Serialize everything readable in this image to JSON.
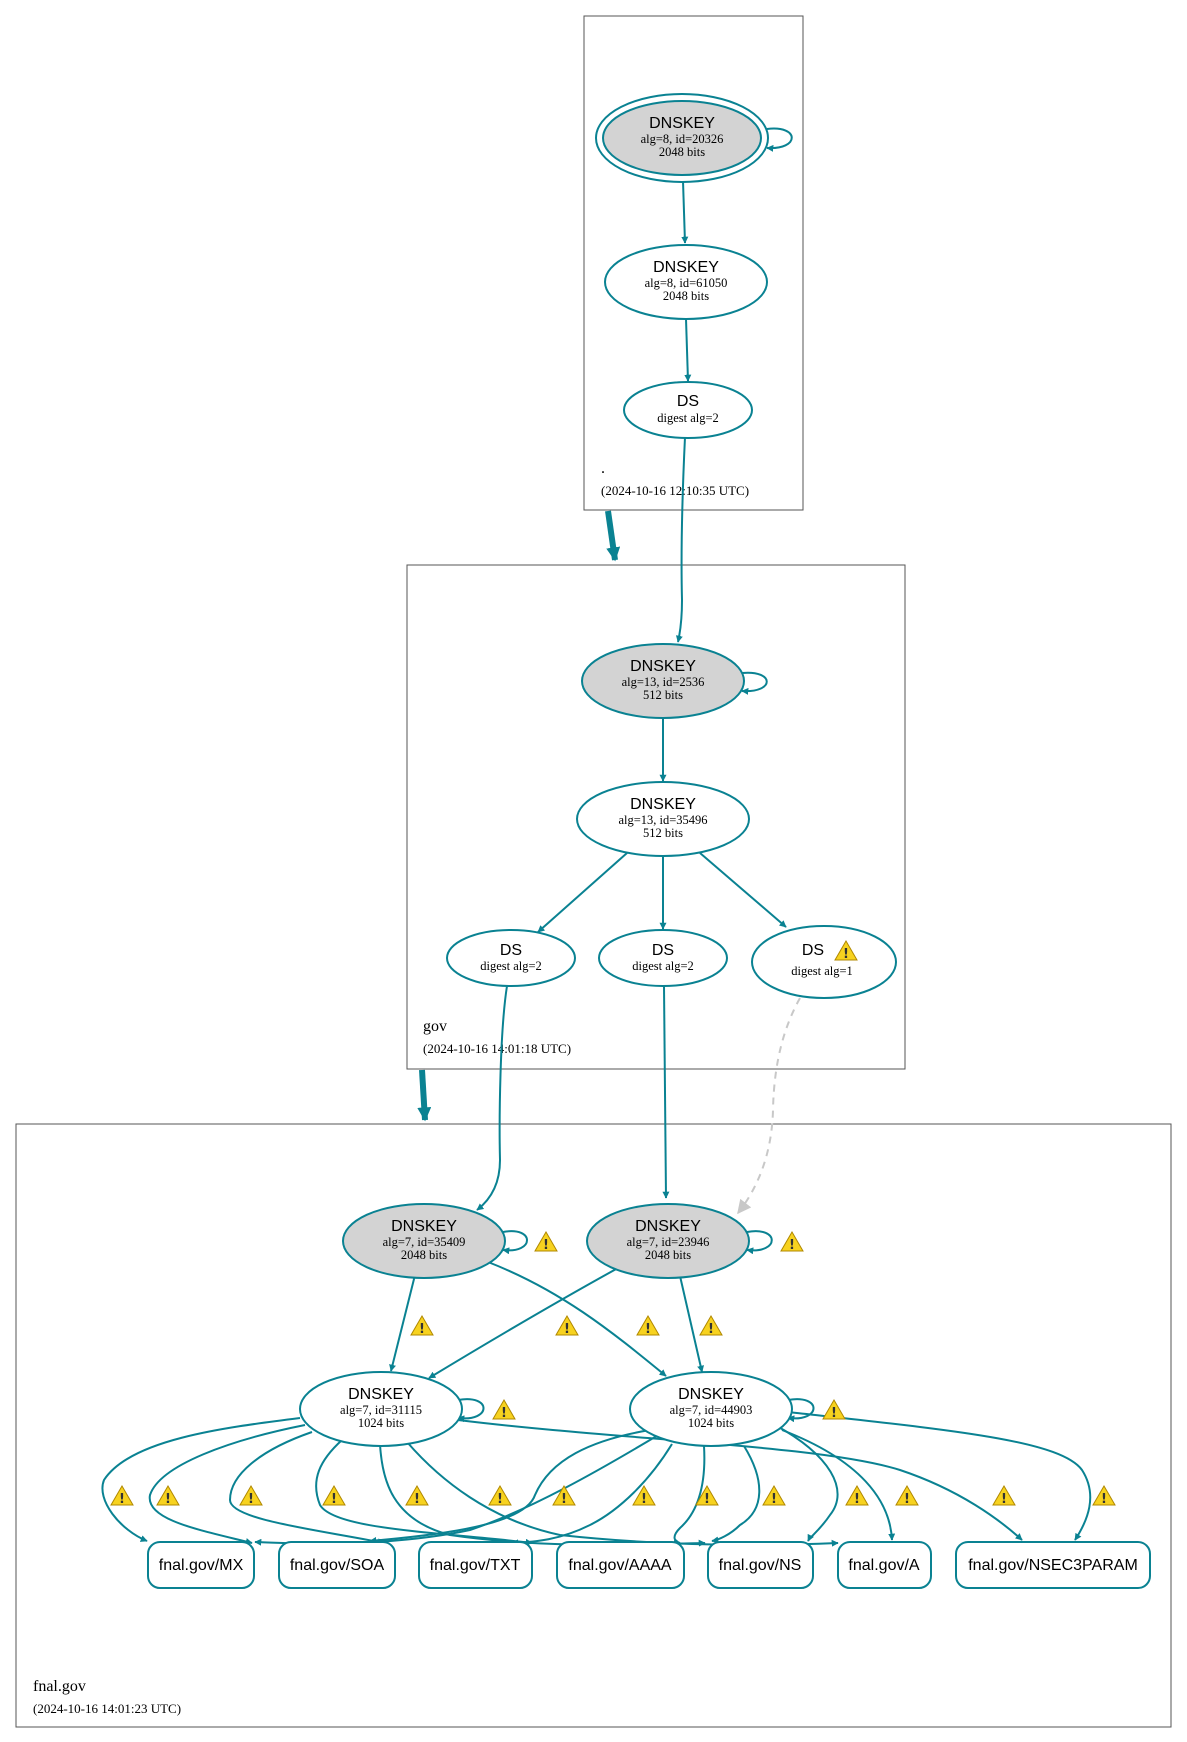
{
  "zones": [
    {
      "id": "root",
      "name": ".",
      "timestamp": "(2024-10-16 12:10:35 UTC)"
    },
    {
      "id": "gov",
      "name": "gov",
      "timestamp": "(2024-10-16 14:01:18 UTC)"
    },
    {
      "id": "fnal",
      "name": "fnal.gov",
      "timestamp": "(2024-10-16 14:01:23 UTC)"
    }
  ],
  "nodes": [
    {
      "id": "root_ksk",
      "zone": "root",
      "type": "DNSKEY",
      "details": [
        "alg=8, id=20326",
        "2048 bits"
      ],
      "trust_anchor": true,
      "sep": true,
      "self_signed": true
    },
    {
      "id": "root_zsk",
      "zone": "root",
      "type": "DNSKEY",
      "details": [
        "alg=8, id=61050",
        "2048 bits"
      ]
    },
    {
      "id": "root_ds",
      "zone": "root",
      "type": "DS",
      "details": [
        "digest alg=2"
      ]
    },
    {
      "id": "gov_ksk",
      "zone": "gov",
      "type": "DNSKEY",
      "details": [
        "alg=13, id=2536",
        "512 bits"
      ],
      "sep": true,
      "self_signed": true
    },
    {
      "id": "gov_zsk",
      "zone": "gov",
      "type": "DNSKEY",
      "details": [
        "alg=13, id=35496",
        "512 bits"
      ]
    },
    {
      "id": "gov_ds1",
      "zone": "gov",
      "type": "DS",
      "details": [
        "digest alg=2"
      ]
    },
    {
      "id": "gov_ds2",
      "zone": "gov",
      "type": "DS",
      "details": [
        "digest alg=2"
      ]
    },
    {
      "id": "gov_ds3",
      "zone": "gov",
      "type": "DS",
      "details": [
        "digest alg=1"
      ],
      "warning": true
    },
    {
      "id": "fnal_ksk1",
      "zone": "fnal",
      "type": "DNSKEY",
      "details": [
        "alg=7, id=35409",
        "2048 bits"
      ],
      "sep": true,
      "self_signed": true,
      "warning": true
    },
    {
      "id": "fnal_ksk2",
      "zone": "fnal",
      "type": "DNSKEY",
      "details": [
        "alg=7, id=23946",
        "2048 bits"
      ],
      "sep": true,
      "self_signed": true,
      "warning": true
    },
    {
      "id": "fnal_zsk1",
      "zone": "fnal",
      "type": "DNSKEY",
      "details": [
        "alg=7, id=31115",
        "1024 bits"
      ],
      "self_signed": true,
      "warning": true
    },
    {
      "id": "fnal_zsk2",
      "zone": "fnal",
      "type": "DNSKEY",
      "details": [
        "alg=7, id=44903",
        "1024 bits"
      ],
      "self_signed": true,
      "warning": true
    }
  ],
  "rrsets": [
    {
      "id": "rr_mx",
      "label": "fnal.gov/MX"
    },
    {
      "id": "rr_soa",
      "label": "fnal.gov/SOA"
    },
    {
      "id": "rr_txt",
      "label": "fnal.gov/TXT"
    },
    {
      "id": "rr_aaaa",
      "label": "fnal.gov/AAAA"
    },
    {
      "id": "rr_ns",
      "label": "fnal.gov/NS"
    },
    {
      "id": "rr_a",
      "label": "fnal.gov/A"
    },
    {
      "id": "rr_nsec3param",
      "label": "fnal.gov/NSEC3PARAM"
    }
  ],
  "edges": [
    {
      "from": "root_ksk",
      "to": "root_zsk",
      "style": "solid"
    },
    {
      "from": "root_zsk",
      "to": "root_ds",
      "style": "solid"
    },
    {
      "from": "root_ds",
      "to": "gov_ksk",
      "style": "solid"
    },
    {
      "from": "gov_ksk",
      "to": "gov_zsk",
      "style": "solid"
    },
    {
      "from": "gov_zsk",
      "to": "gov_ds1",
      "style": "solid"
    },
    {
      "from": "gov_zsk",
      "to": "gov_ds2",
      "style": "solid"
    },
    {
      "from": "gov_zsk",
      "to": "gov_ds3",
      "style": "solid"
    },
    {
      "from": "gov_ds1",
      "to": "fnal_ksk1",
      "style": "solid"
    },
    {
      "from": "gov_ds2",
      "to": "fnal_ksk2",
      "style": "solid"
    },
    {
      "from": "gov_ds3",
      "to": "fnal_ksk2",
      "style": "dashed"
    },
    {
      "from": "fnal_ksk1",
      "to": "fnal_zsk1",
      "style": "solid",
      "warning": true
    },
    {
      "from": "fnal_ksk1",
      "to": "fnal_zsk2",
      "style": "solid",
      "warning": true
    },
    {
      "from": "fnal_ksk2",
      "to": "fnal_zsk1",
      "style": "solid",
      "warning": true
    },
    {
      "from": "fnal_ksk2",
      "to": "fnal_zsk2",
      "style": "solid",
      "warning": true
    },
    {
      "from": "fnal_zsk1",
      "to": "rr_mx",
      "style": "solid",
      "warning": true
    },
    {
      "from": "fnal_zsk1",
      "to": "rr_soa",
      "style": "solid",
      "warning": true
    },
    {
      "from": "fnal_zsk1",
      "to": "rr_txt",
      "style": "solid",
      "warning": true
    },
    {
      "from": "fnal_zsk1",
      "to": "rr_aaaa",
      "style": "solid",
      "warning": true
    },
    {
      "from": "fnal_zsk1",
      "to": "rr_ns",
      "style": "solid",
      "warning": true
    },
    {
      "from": "fnal_zsk1",
      "to": "rr_a",
      "style": "solid",
      "warning": true
    },
    {
      "from": "fnal_zsk1",
      "to": "rr_nsec3param",
      "style": "solid",
      "warning": true
    },
    {
      "from": "fnal_zsk2",
      "to": "rr_mx",
      "style": "solid",
      "warning": true
    },
    {
      "from": "fnal_zsk2",
      "to": "rr_soa",
      "style": "solid",
      "warning": true
    },
    {
      "from": "fnal_zsk2",
      "to": "rr_txt",
      "style": "solid",
      "warning": true
    },
    {
      "from": "fnal_zsk2",
      "to": "rr_aaaa",
      "style": "solid",
      "warning": true
    },
    {
      "from": "fnal_zsk2",
      "to": "rr_ns",
      "style": "solid",
      "warning": true
    },
    {
      "from": "fnal_zsk2",
      "to": "rr_a",
      "style": "solid",
      "warning": true
    },
    {
      "from": "fnal_zsk2",
      "to": "rr_nsec3param",
      "style": "solid",
      "warning": true
    }
  ],
  "delegations": [
    {
      "from": "root",
      "to": "gov"
    },
    {
      "from": "gov",
      "to": "fnal"
    }
  ],
  "colors": {
    "edge": "#0a8292",
    "sep_fill": "#d3d3d3",
    "node_fill": "#ffffff",
    "dashed_edge": "#c8c8c8",
    "warning": "#f7d21f",
    "zone_border": "#555555"
  }
}
